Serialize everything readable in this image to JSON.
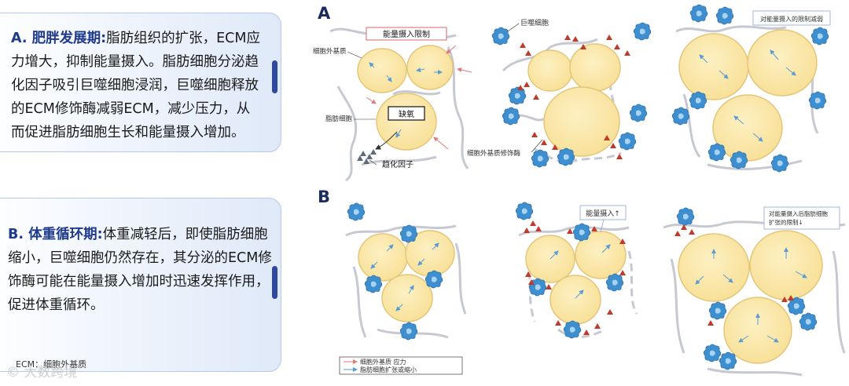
{
  "left": {
    "phase_a": {
      "title": "A. 肥胖发展期:",
      "body": "脂肪组织的扩张，ECM应力增大，抑制能量摄入。脂肪细胞分泌趋化因子吸引巨噬细胞浸润，巨噬细胞释放的ECM修饰酶减弱ECM，减少压力，从而促进脂肪细胞生长和能量摄入增加。"
    },
    "phase_b": {
      "title": "B. 体重循环期:",
      "body": "体重减轻后，即使脂肪细胞缩小，巨噬细胞仍然存在，其分泌的ECM修饰酶可能在能量摄入增加时迅速发挥作用，促进体重循环。"
    },
    "footnote": "ECM：细胞外基质",
    "watermark": "©  大数跨境"
  },
  "diagram": {
    "panel_a_letter": "A",
    "panel_b_letter": "B",
    "labels": {
      "energy_limit": "能量摄入限制",
      "ecm": "细胞外基质",
      "adipocyte": "脂肪细胞",
      "hypoxia": "缺氧",
      "chemokine": "趋化因子",
      "macrophage": "巨噬细胞",
      "ecm_enzyme": "细胞外基质修饰酶",
      "limit_weakened": "对能量摄入的限制减弱",
      "energy_up": "能量摄入↑",
      "b3_line1": "对能量摄入后脂肪细胞",
      "b3_line2": "扩张的限制↓"
    },
    "legend": {
      "stress": "细胞外基质 应力",
      "expand": "脂肪细胞扩张或缩小"
    },
    "colors": {
      "cell_fill": "#fbe7a6",
      "cell_stroke": "#e4c67b",
      "fiber": "#c6c9d2",
      "macrophage": "#3d8fd0",
      "enzyme": "#c0392b",
      "stress_arrow": "#e07a7a",
      "expand_arrow": "#5a9bd4"
    }
  }
}
